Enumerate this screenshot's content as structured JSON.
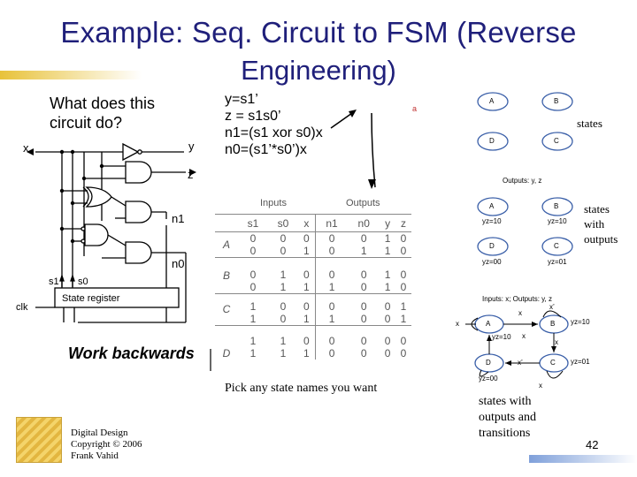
{
  "title_line1": "Example: Seq. Circuit to FSM (Reverse",
  "title_line2": "Engineering)",
  "question_line1": "What does this",
  "question_line2": "circuit do?",
  "equations": [
    "y=s1’",
    "z = s1s0’",
    "n1=(s1 xor s0)x",
    "n0=(s1’*s0’)x"
  ],
  "circuit": {
    "x": "x",
    "y": "y",
    "z": "z",
    "n1": "n1",
    "n0": "n0",
    "s1": "s1",
    "s0": "s0",
    "clk": "clk",
    "register": "State register"
  },
  "work_backwards": "Work backwards",
  "truth_table": {
    "group_inputs": "Inputs",
    "group_outputs": "Outputs",
    "headers": [
      "s1",
      "s0",
      "x",
      "n1",
      "n0",
      "y",
      "z"
    ],
    "row_labels": [
      "A",
      "B",
      "C",
      "D"
    ],
    "rows": [
      [
        "0",
        "0",
        "0",
        "0",
        "0",
        "1",
        "0"
      ],
      [
        "0",
        "0",
        "1",
        "0",
        "1",
        "1",
        "0"
      ],
      [
        "0",
        "1",
        "0",
        "0",
        "0",
        "1",
        "0"
      ],
      [
        "0",
        "1",
        "1",
        "1",
        "0",
        "1",
        "0"
      ],
      [
        "1",
        "0",
        "0",
        "0",
        "0",
        "0",
        "1"
      ],
      [
        "1",
        "0",
        "1",
        "1",
        "0",
        "0",
        "1"
      ],
      [
        "1",
        "1",
        "0",
        "0",
        "0",
        "0",
        "0"
      ],
      [
        "1",
        "1",
        "1",
        "0",
        "0",
        "0",
        "0"
      ]
    ]
  },
  "pick_note": "Pick any state names you want",
  "fsm1": {
    "states": [
      "A",
      "B",
      "D",
      "C"
    ],
    "caption": "states"
  },
  "outputs_label": "Outputs: y, z",
  "fsm2": {
    "states": [
      "A",
      "B",
      "D",
      "C"
    ],
    "outs": [
      "yz=10",
      "yz=10",
      "yz=00",
      "yz=01"
    ],
    "caption": [
      "states",
      "with",
      "outputs"
    ]
  },
  "fsm3": {
    "header": "Inputs: x; Outputs: y, z",
    "states": [
      "A",
      "B",
      "D",
      "C"
    ],
    "outs": [
      "yz=10",
      "yz=10",
      "yz=00",
      "yz=01"
    ],
    "x": "x",
    "xbar": "x’",
    "caption": [
      "states with",
      "outputs and",
      "transitions"
    ]
  },
  "footer": {
    "line1": "Digital Design",
    "line2": "Copyright © 2006",
    "line3": "Frank Vahid"
  },
  "page_number": "42",
  "colors": {
    "title": "#1f1f7a",
    "accent_gold": "#f0c419",
    "accent_blue": "#5a7fc4"
  }
}
